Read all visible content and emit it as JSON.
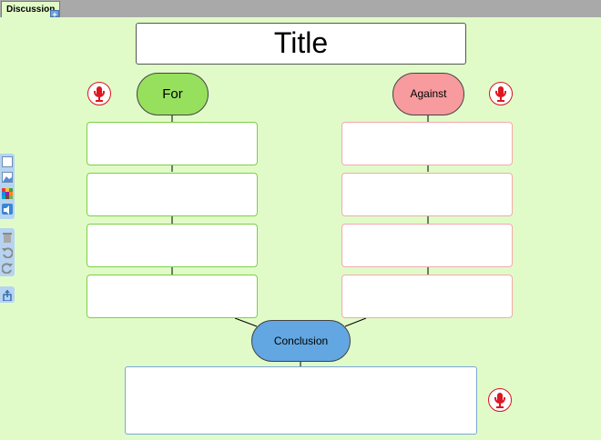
{
  "tabs": [
    {
      "label": "Discussion"
    }
  ],
  "tab_add_label": "+",
  "title": "Title",
  "for_label": "For",
  "against_label": "Against",
  "conclusion_label": "Conclusion",
  "colors": {
    "background": "#e1fbc8",
    "for": "#97e05e",
    "against": "#f79b9e",
    "conclusion": "#62a7e1",
    "mic": "#de1620",
    "toolbar": "#b6d4f2"
  },
  "icons": [
    "text-box-icon",
    "image-icon",
    "color-palette-icon",
    "audio-icon",
    "trash-icon",
    "undo-icon",
    "redo-icon",
    "export-icon",
    "microphone-icon"
  ]
}
